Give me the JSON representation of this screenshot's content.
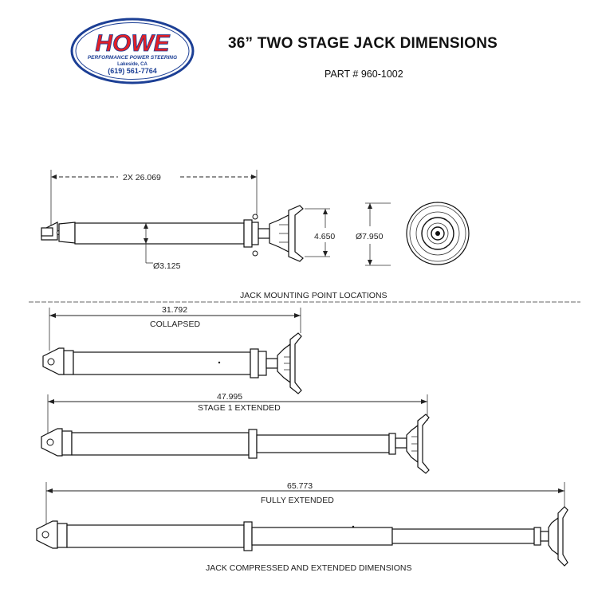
{
  "logo": {
    "brand": "HOWE",
    "tagline": "PERFORMANCE POWER STEERING",
    "location": "Lakeside, CA",
    "phone": "(619) 561-7764",
    "colors": {
      "red": "#e21f26",
      "blue": "#1c3f95"
    }
  },
  "header": {
    "title": "36” TWO STAGE JACK DIMENSIONS",
    "part": "PART # 960-1002"
  },
  "mounting": {
    "length_label": "2X 26.069",
    "diameter_label": "Ø3.125",
    "height_label": "4.650",
    "end_diameter_label": "Ø7.950",
    "caption": "JACK MOUNTING POINT LOCATIONS"
  },
  "collapsed": {
    "value": "31.792",
    "caption": "COLLAPSED"
  },
  "stage1": {
    "value": "47.995",
    "caption": "STAGE 1 EXTENDED"
  },
  "full": {
    "value": "65.773",
    "caption": "FULLY EXTENDED"
  },
  "footer_caption": "JACK COMPRESSED AND EXTENDED DIMENSIONS"
}
